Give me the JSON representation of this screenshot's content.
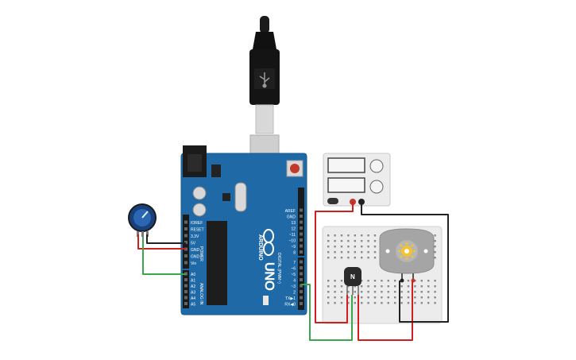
{
  "workspace": {
    "components": {
      "usb_cable": {
        "icon": "usb-icon"
      },
      "arduino": {
        "brand": "ARDUINO",
        "model": "UNO",
        "power_header_label": "POWER",
        "analog_header_label": "ANALOG IN",
        "digital_header_label": "DIGITAL (PWM~)",
        "power_pins": [
          "IOREF",
          "RESET",
          "3.3V",
          "5V",
          "GND",
          "GND",
          "Vin"
        ],
        "analog_pins": [
          "A0",
          "A1",
          "A2",
          "A3",
          "A4",
          "A5"
        ],
        "digital_top_pins": [
          "AREF",
          "GND",
          "13",
          "12",
          "~11",
          "~10",
          "~9",
          "8"
        ],
        "digital_bottom_pins": [
          "7",
          "~6",
          "~5",
          "4",
          "~3",
          "2",
          "TX▶1",
          "RX◀0"
        ],
        "accent": "#1f6aa6"
      },
      "power_supply": {
        "name": "Power Supply"
      },
      "transistor": {
        "label": "N"
      },
      "dc_motor": {
        "name": "DC Motor"
      },
      "potentiometer": {
        "name": "Potentiometer"
      },
      "breadboard": {
        "name": "Breadboard Mini"
      }
    },
    "wire_colors": {
      "red": "#d01f1f",
      "black": "#222222",
      "green": "#3aa84a"
    }
  }
}
